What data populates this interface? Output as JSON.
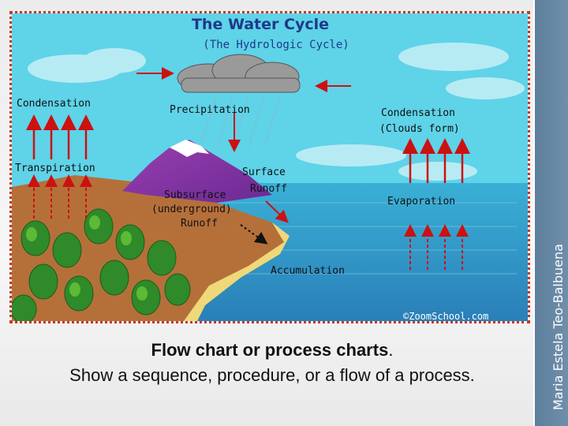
{
  "diagram": {
    "title": "The Water Cycle",
    "subtitle": "(The Hydrologic Cycle)",
    "labels": {
      "condensation_left": "Condensation",
      "precipitation": "Precipitation",
      "condensation_right": "Condensation",
      "clouds_form": "(Clouds form)",
      "transpiration": "Transpiration",
      "surface": "Surface",
      "runoff": "Runoff",
      "subsurface": "Subsurface",
      "underground": "(underground)",
      "subsurface_runoff": "Runoff",
      "evaporation": "Evaporation",
      "accumulation": "Accumulation",
      "credit": "©ZoomSchool.com"
    }
  },
  "caption": {
    "heading": "Flow chart or process charts",
    "period": ".",
    "body": "Show a sequence, procedure, or a flow of a process."
  },
  "sidebar": {
    "author": "Maria Estela Teo-Balbuena"
  },
  "colors": {
    "sky": "#5fd3e8",
    "sea": "#3aa0c8",
    "arrow": "#cc1111",
    "title": "#1e3a8a",
    "sidebar": "#6a8aa6"
  }
}
